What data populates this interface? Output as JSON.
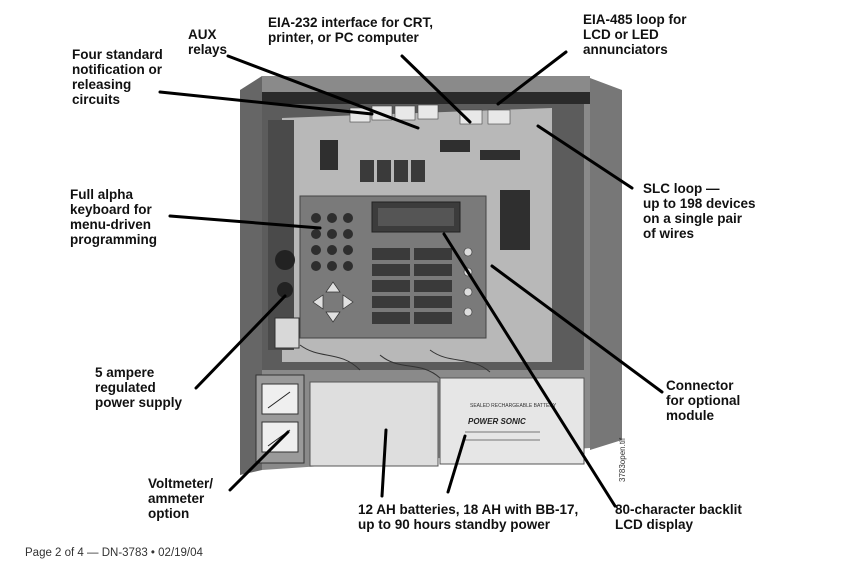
{
  "callouts": {
    "aux": "AUX\nrelays",
    "eia232": "EIA-232 interface for CRT,\nprinter, or PC computer",
    "eia485": "EIA-485 loop for\nLCD or LED\nannunciators",
    "notification": "Four standard\nnotification or\nreleasing\ncircuits",
    "keyboard": "Full alpha\nkeyboard for\nmenu-driven\nprogramming",
    "slc": "SLC loop —\nup to 198 devices\non a single pair\nof wires",
    "power": "5 ampere\nregulated\npower supply",
    "connector": "Connector\nfor optional\nmodule",
    "voltmeter": "Voltmeter/\nammeter\noption",
    "batteries": "12 AH batteries, 18 AH with BB-17,\nup to 90 hours standby power",
    "lcd": "80-character backlit\nLCD display"
  },
  "photo_text": {
    "file_tag": "3783open.tif",
    "battery_brand": "POWER SONIC",
    "battery_header": "SEALED RECHARGEABLE BATTERY"
  },
  "footer": {
    "text": "Page 2 of 4 — DN-3783 • 02/19/04"
  }
}
